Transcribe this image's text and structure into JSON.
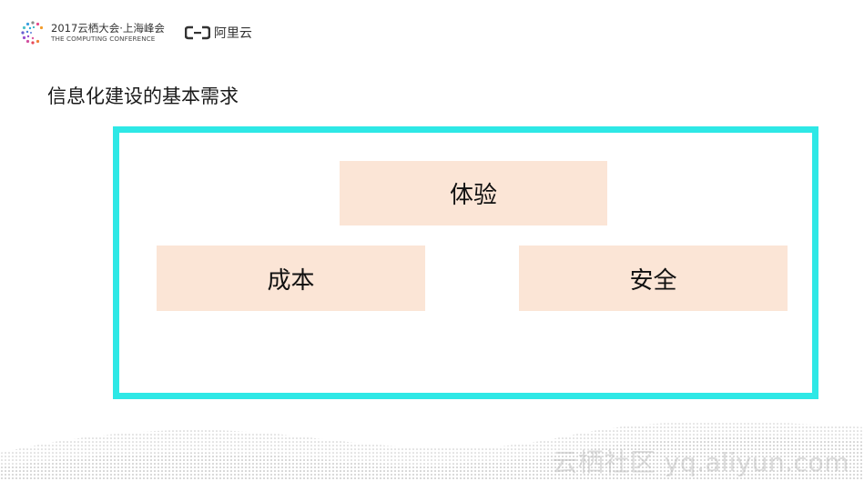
{
  "header": {
    "conference_title": "2017云栖大会·上海峰会",
    "conference_subtitle": "THE COMPUTING CONFERENCE",
    "aliyun_brand": "阿里云"
  },
  "slide": {
    "title": "信息化建设的基本需求",
    "boxes": {
      "top": "体验",
      "left": "成本",
      "right": "安全"
    }
  },
  "watermark": "云栖社区 yq.aliyun.com",
  "colors": {
    "frame_border": "#2ee8e6",
    "box_fill": "#fbe5d6"
  }
}
